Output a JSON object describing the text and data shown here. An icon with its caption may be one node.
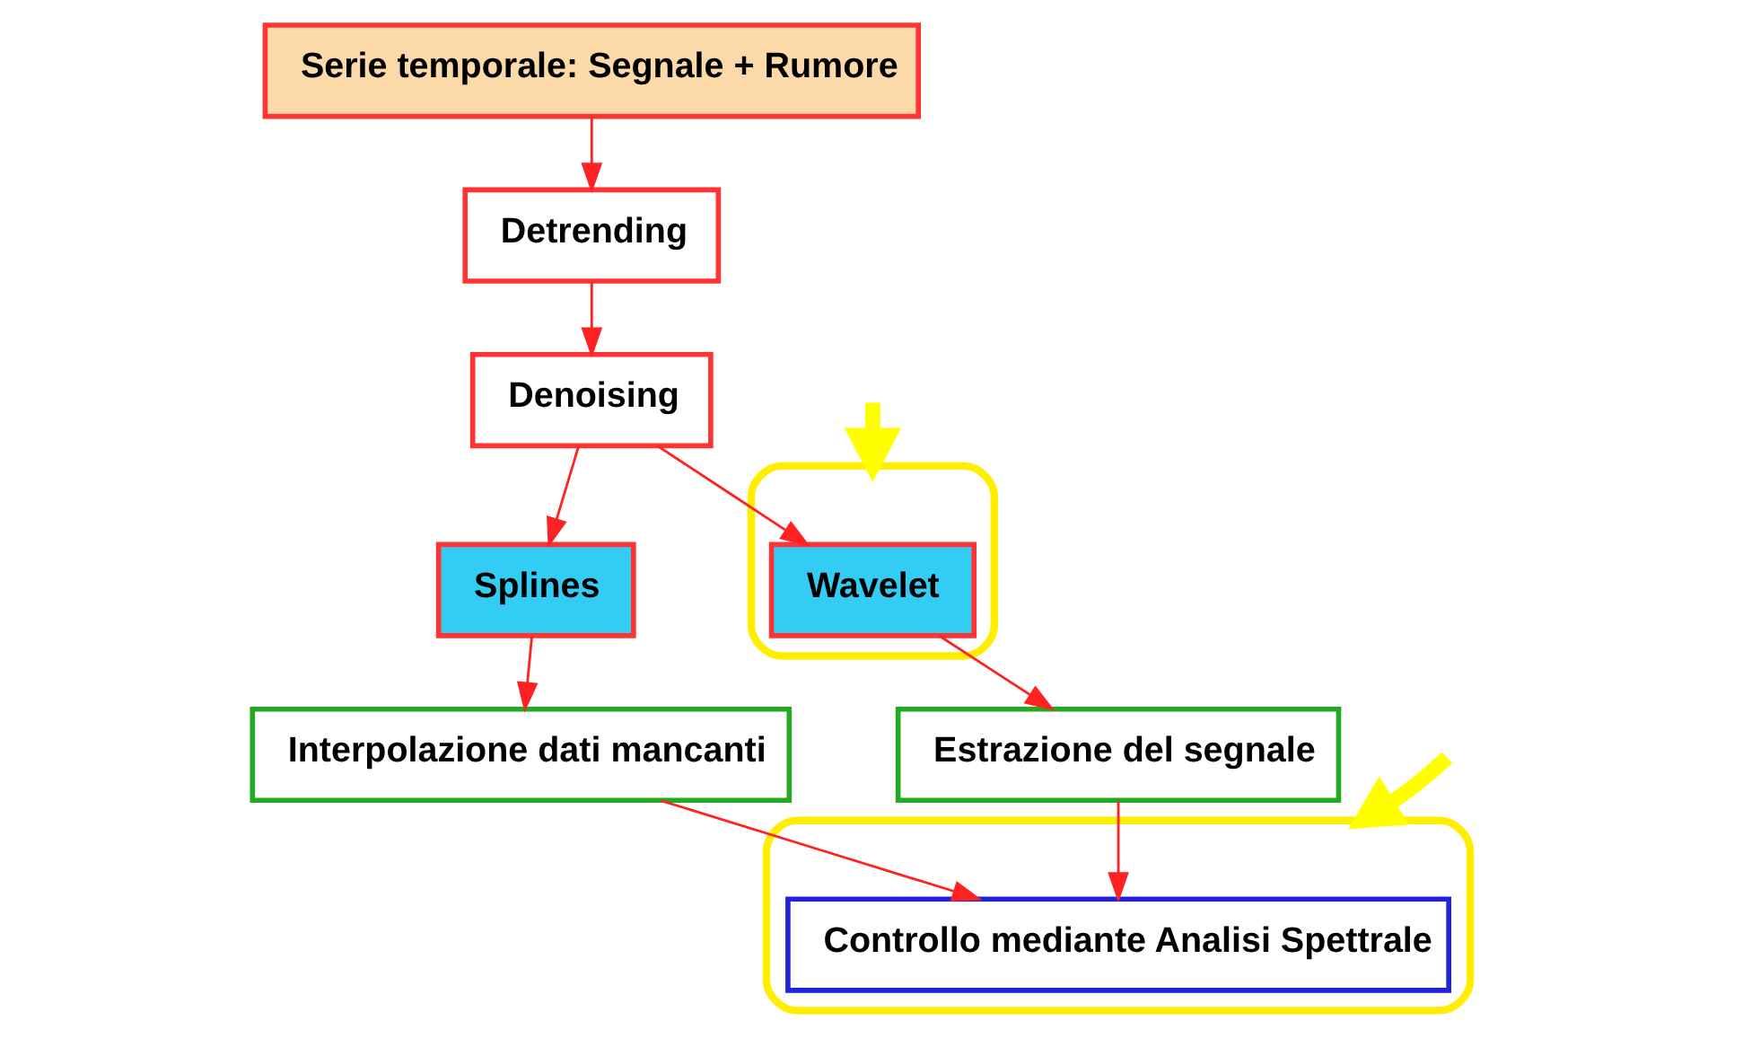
{
  "diagram": {
    "nodes": [
      {
        "text": [
          "Serie temporale: Segnale + Rumore"
        ]
      },
      {
        "text": [
          "Detrending"
        ]
      },
      {
        "text": [
          "Denoising"
        ]
      },
      {
        "text": [
          "Splines"
        ]
      },
      {
        "text": [
          "Wavelet"
        ],
        "in": 8
      },
      {
        "text": [
          "Interpolazione dati mancanti"
        ]
      },
      {
        "text": [
          "Estrazione del segnale"
        ]
      },
      {
        "text": [
          "Controllo mediante Analisi Spettrale"
        ],
        "in": 9
      },
      {
        "text": [],
        "shape": "ellipse"
      },
      {
        "text": [],
        "shape": "ellipse"
      }
    ],
    "edges": [
      {
        "from": 0,
        "to": 1,
        "arrow": "to"
      },
      {
        "from": 1,
        "to": 2,
        "arrow": "to"
      },
      {
        "from": 2,
        "to": 3,
        "arrow": "to"
      },
      {
        "from": 2,
        "to": 4,
        "arrow": "to"
      },
      {
        "from": 3,
        "to": 5,
        "arrow": "to"
      },
      {
        "from": 4,
        "to": 6,
        "arrow": "to"
      },
      {
        "from": 5,
        "to": 7,
        "arrow": "to"
      },
      {
        "from": 6,
        "to": 7,
        "arrow": "to"
      },
      {
        "from": null,
        "to": 8,
        "arrow": "to",
        "style": "thick",
        "color": "#ffff00"
      },
      {
        "from": null,
        "to": 9,
        "arrow": "to",
        "style": "thick",
        "color": "#ffff00"
      }
    ]
  }
}
